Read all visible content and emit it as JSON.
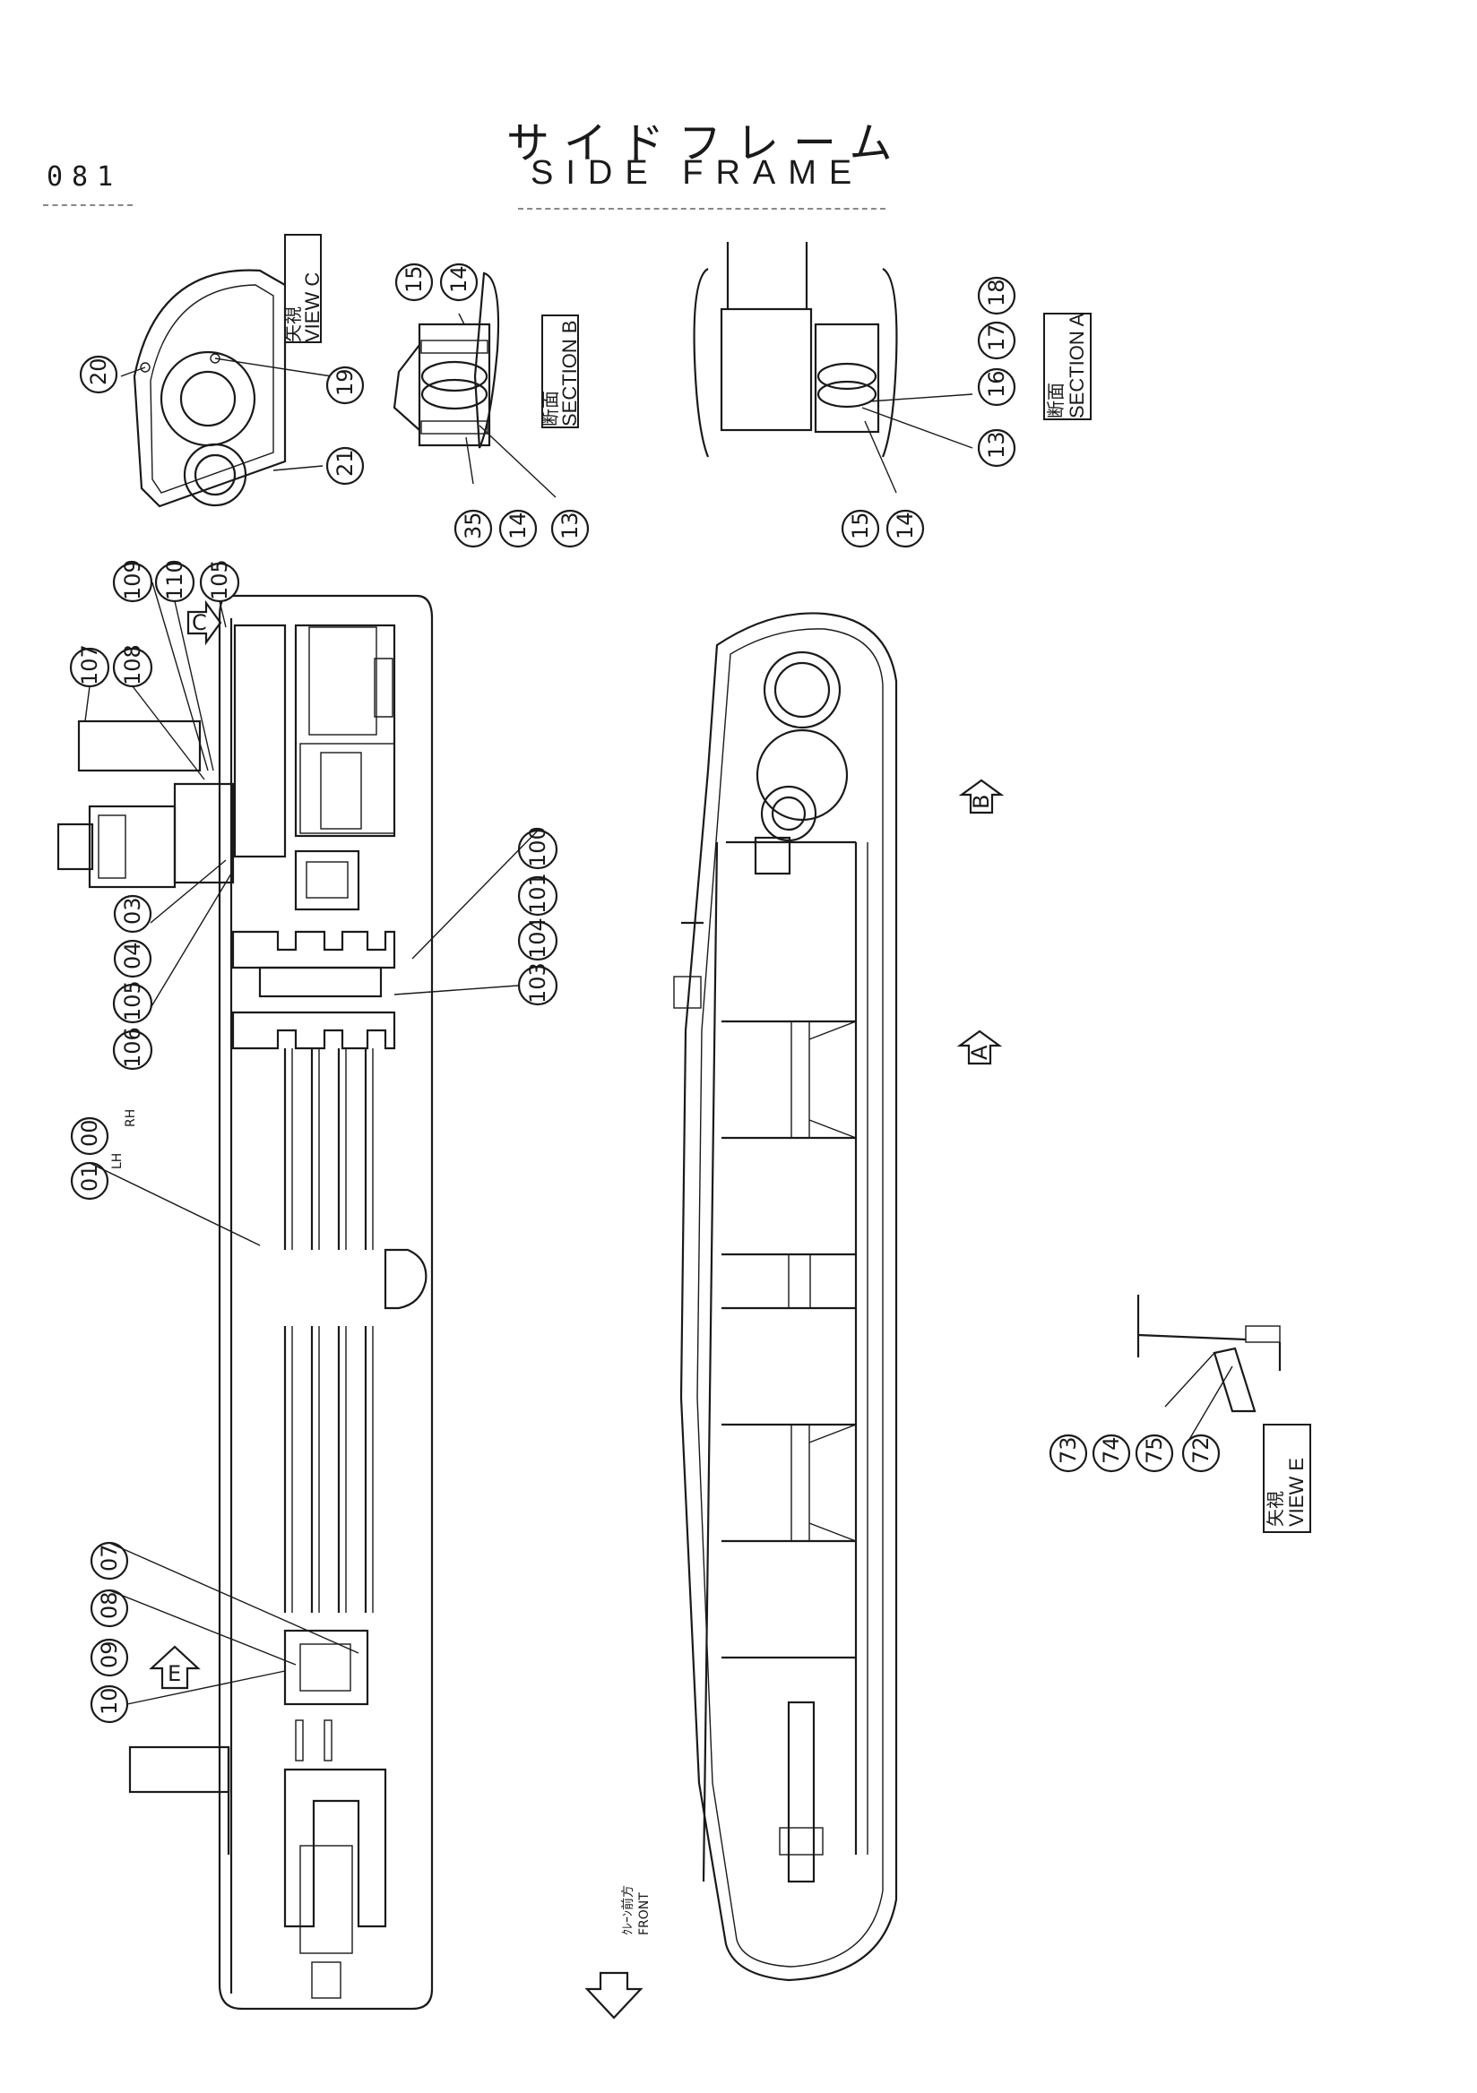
{
  "header": {
    "page_number": "081",
    "title_jp": "サイドフレーム",
    "title_en": "SIDE FRAME"
  },
  "views": {
    "view_c": {
      "jp": "矢視",
      "en": "VIEW C"
    },
    "section_b": {
      "jp": "断面",
      "en": "SECTION B"
    },
    "section_a": {
      "jp": "断面",
      "en": "SECTION A"
    },
    "view_e": {
      "jp": "矢視",
      "en": "VIEW E"
    }
  },
  "markers": {
    "c": "C",
    "b": "B",
    "a": "A",
    "e": "E"
  },
  "front": {
    "jp": "ｸﾚｰﾝ前方",
    "en": "FRONT"
  },
  "lh_label": "LH",
  "rh_label": "RH",
  "callouts": {
    "view_c": [
      "20",
      "19",
      "21"
    ],
    "section_b": [
      "15",
      "14",
      "35",
      "14",
      "13"
    ],
    "section_a": [
      "18",
      "17",
      "16",
      "13",
      "15",
      "14"
    ],
    "main_top": [
      "107",
      "108",
      "109",
      "110",
      "105"
    ],
    "main_left": [
      "03",
      "04",
      "105",
      "106"
    ],
    "main_mid": [
      "100",
      "101",
      "104",
      "103"
    ],
    "frame": [
      "01",
      "00"
    ],
    "bottom": [
      "07",
      "08",
      "09",
      "10"
    ],
    "view_e": [
      "73",
      "74",
      "75",
      "72"
    ]
  }
}
